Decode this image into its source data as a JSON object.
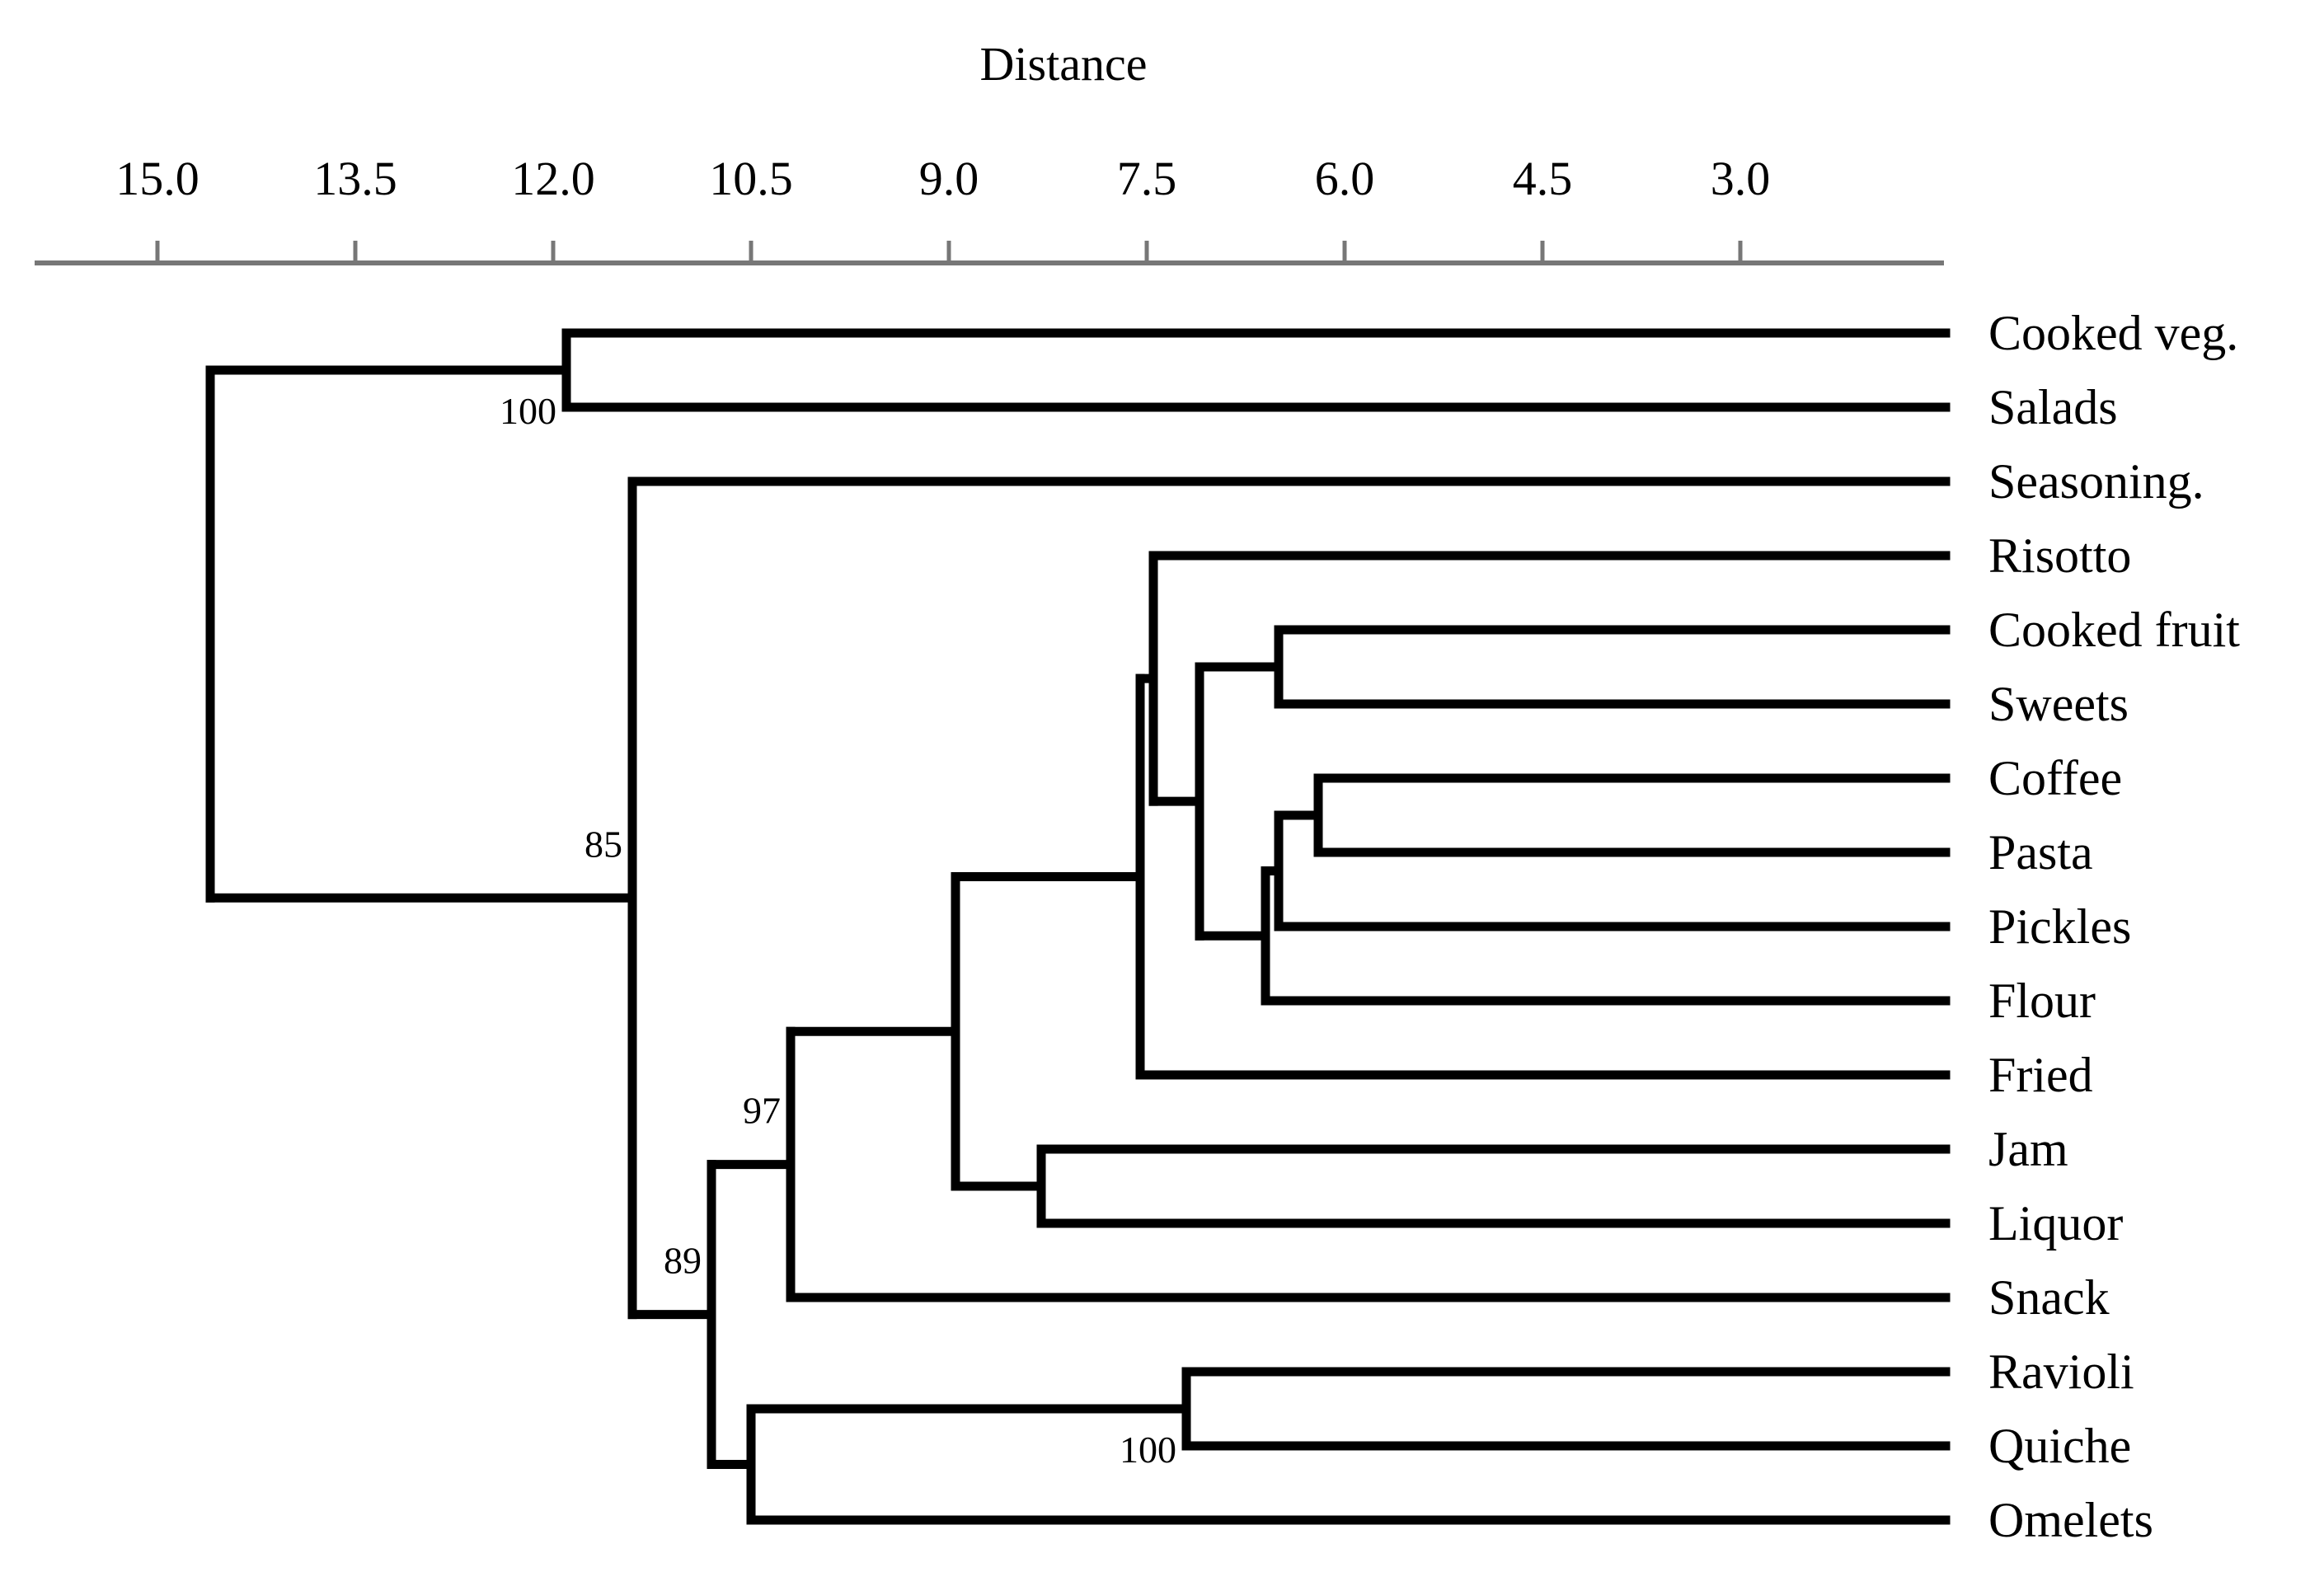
{
  "chart_data": {
    "type": "dendrogram",
    "axis": {
      "label": "Distance",
      "ticks": [
        "15.0",
        "13.5",
        "12.0",
        "10.5",
        "9.0",
        "7.5",
        "6.0",
        "4.5",
        "3.0"
      ],
      "tick_values": [
        15.0,
        13.5,
        12.0,
        10.5,
        9.0,
        7.5,
        6.0,
        4.5,
        3.0
      ],
      "range": [
        16.0,
        1.5
      ],
      "reversed": true
    },
    "leaves": [
      "Cooked veg.",
      "Salads",
      "Seasoning.",
      "Risotto",
      "Cooked fruit",
      "Sweets",
      "Coffee",
      "Pasta",
      "Pickles",
      "Flour",
      "Fried",
      "Jam",
      "Liquor",
      "Snack",
      "Ravioli",
      "Quiche",
      "Omelets"
    ],
    "merges": [
      {
        "id": "coffee_pasta",
        "children": [
          "Coffee",
          "Pasta"
        ],
        "distance": 6.2
      },
      {
        "id": "cf_sweets",
        "children": [
          "Cooked fruit",
          "Sweets"
        ],
        "distance": 6.5
      },
      {
        "id": "cp_pickles",
        "children": [
          "coffee_pasta",
          "Pickles"
        ],
        "distance": 6.5
      },
      {
        "id": "cpp_flour",
        "children": [
          "cp_pickles",
          "Flour"
        ],
        "distance": 6.6
      },
      {
        "id": "cfs_cppf",
        "children": [
          "cf_sweets",
          "cpp_flour"
        ],
        "distance": 7.1
      },
      {
        "id": "risotto_grp",
        "children": [
          "Risotto",
          "cfs_cppf"
        ],
        "distance": 7.45
      },
      {
        "id": "ravioli_quiche",
        "children": [
          "Ravioli",
          "Quiche"
        ],
        "distance": 7.2,
        "support": "100"
      },
      {
        "id": "fried_grp",
        "children": [
          "risotto_grp",
          "Fried"
        ],
        "distance": 7.55
      },
      {
        "id": "jam_liquor",
        "children": [
          "Jam",
          "Liquor"
        ],
        "distance": 8.3
      },
      {
        "id": "big_jl",
        "children": [
          "fried_grp",
          "jam_liquor"
        ],
        "distance": 8.95
      },
      {
        "id": "veg_salads",
        "children": [
          "Cooked veg.",
          "Salads"
        ],
        "distance": 11.9,
        "support": "100"
      },
      {
        "id": "snack_grp",
        "children": [
          "big_jl",
          "Snack"
        ],
        "distance": 10.2,
        "support": "97"
      },
      {
        "id": "rq_omelets",
        "children": [
          "ravioli_quiche",
          "Omelets"
        ],
        "distance": 10.5
      },
      {
        "id": "g89",
        "children": [
          "snack_grp",
          "rq_omelets"
        ],
        "distance": 10.8,
        "support": "89"
      },
      {
        "id": "g85",
        "children": [
          "Seasoning.",
          "g89"
        ],
        "distance": 11.4,
        "support": "85"
      },
      {
        "id": "root",
        "children": [
          "veg_salads",
          "g85"
        ],
        "distance": 14.6
      }
    ]
  }
}
